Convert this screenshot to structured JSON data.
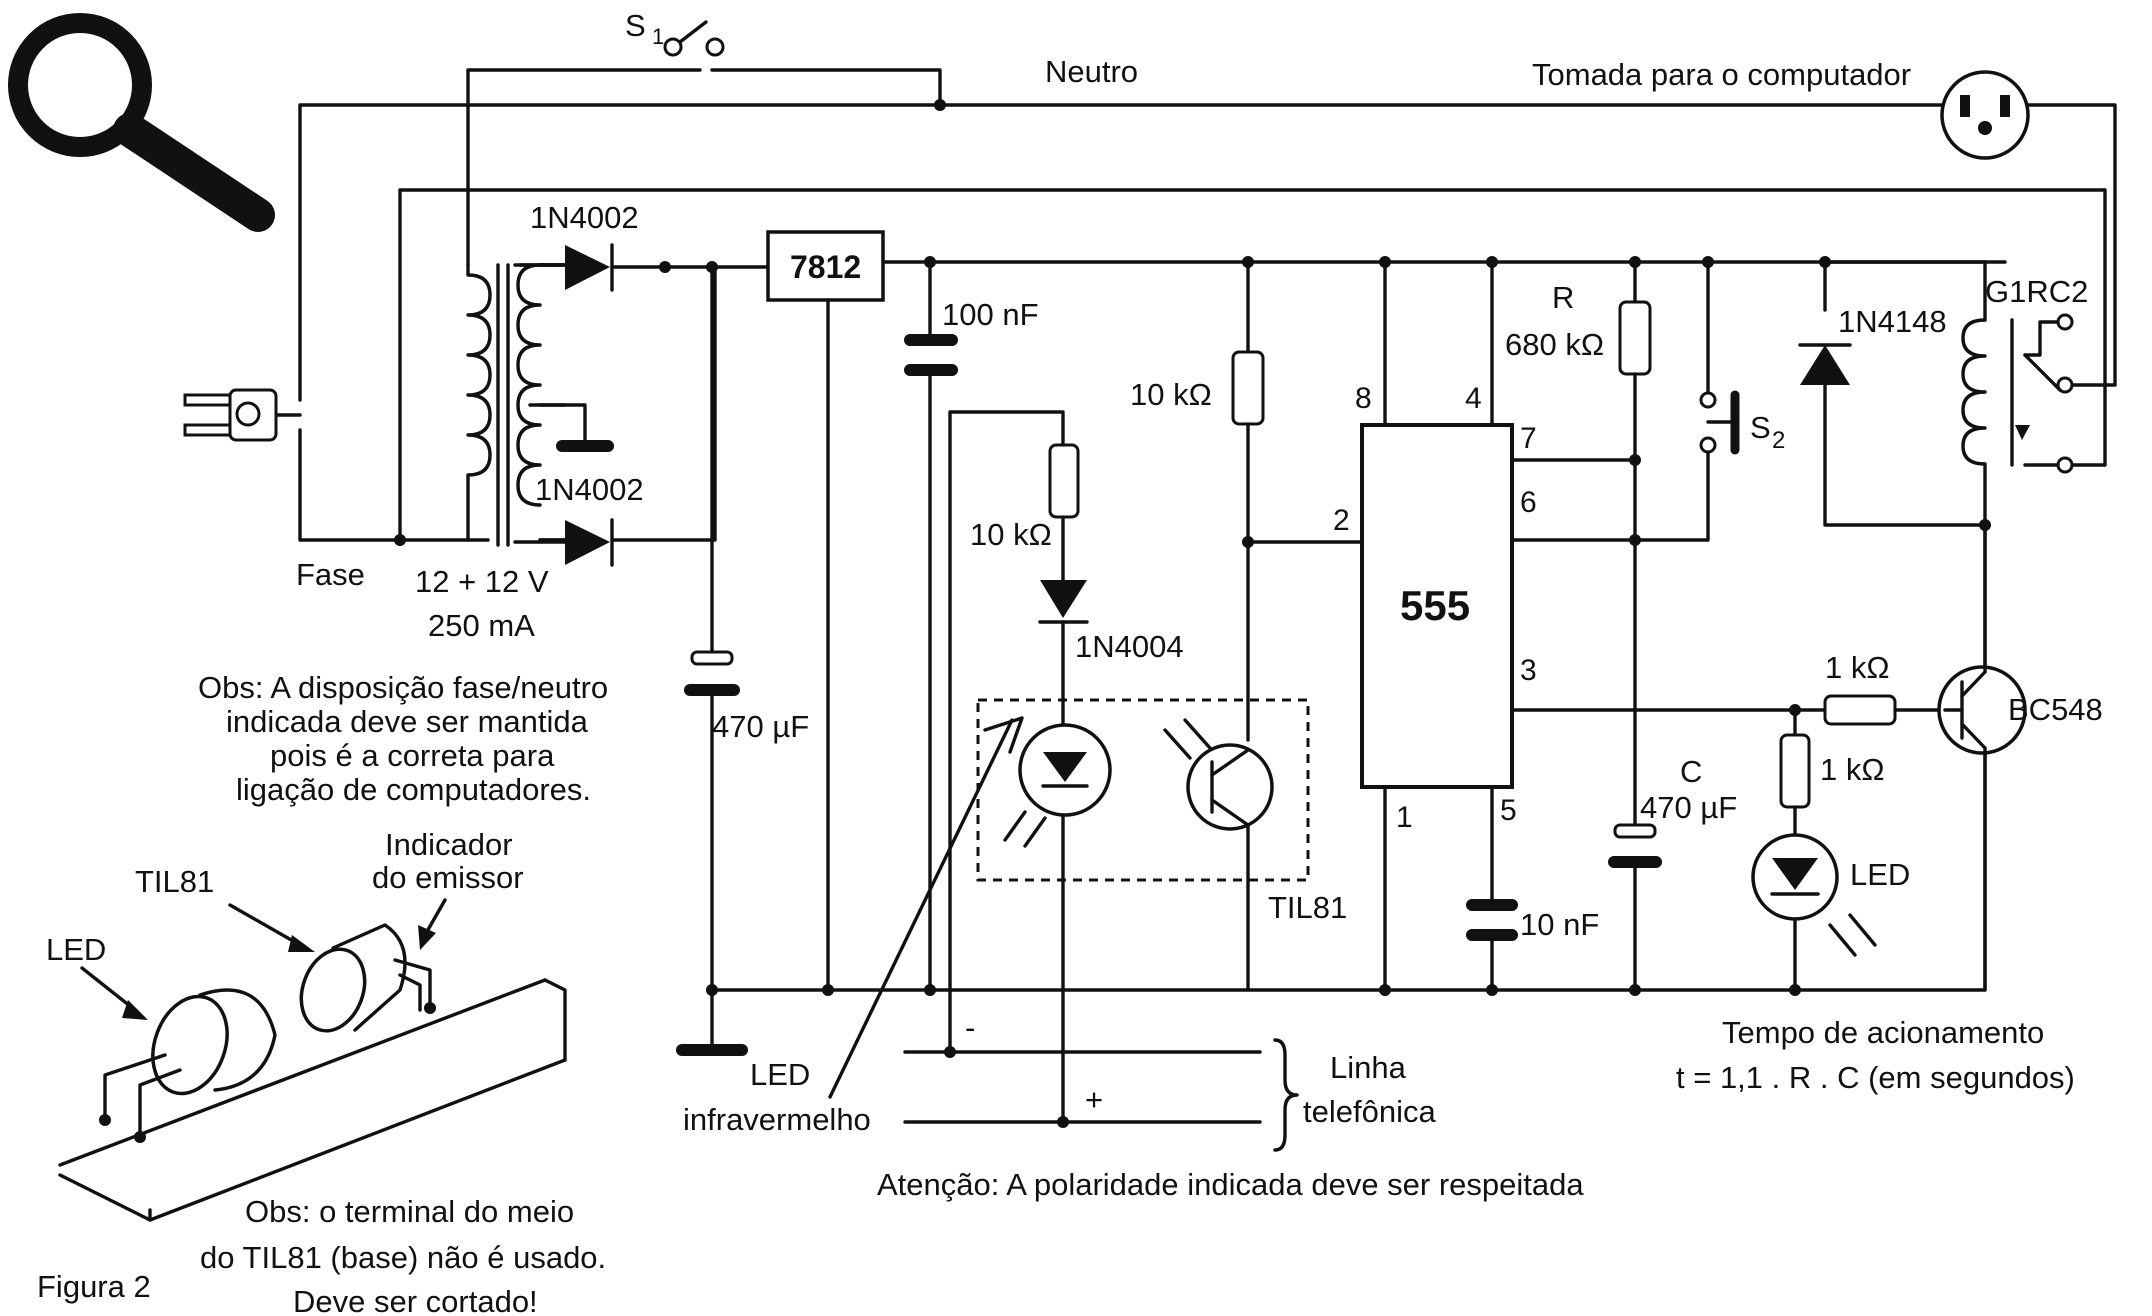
{
  "figure_label": "Figura 2",
  "switch_s1": "S",
  "switch_s1_sub": "1",
  "neutral_label": "Neutro",
  "outlet_label": "Tomada para o computador",
  "phase_label": "Fase",
  "transformer_spec": "12 + 12 V",
  "transformer_current": "250 mA",
  "diode_1": "1N4002",
  "diode_2": "1N4002",
  "regulator": "7812",
  "cap_filter": "470 µF",
  "cap_100n": "100 nF",
  "res_10k_a": "10 kΩ",
  "res_10k_b": "10 kΩ",
  "diode_1n4004": "1N4004",
  "ic_555": "555",
  "pins": {
    "p8": "8",
    "p4": "4",
    "p7": "7",
    "p6": "6",
    "p2": "2",
    "p3": "3",
    "p1": "1",
    "p5": "5"
  },
  "res_r_label": "R",
  "res_r_value": "680 kΩ",
  "switch_s2": "S",
  "switch_s2_sub": "2",
  "diode_1n4148": "1N4148",
  "relay": "G1RC2",
  "res_1k_a": "1 kΩ",
  "res_1k_b": "1 kΩ",
  "transistor": "BC548",
  "cap_c_label": "C",
  "cap_c_value": "470 µF",
  "led_label": "LED",
  "cap_10n": "10 nF",
  "til81_label": "TIL81",
  "ir_led_1": "LED",
  "ir_led_2": "infravermelho",
  "minus_sign": "-",
  "plus_sign": "+",
  "phone_line_1": "Linha",
  "phone_line_2": "telefônica",
  "note_polarity": "Atenção: A polaridade indicada deve ser respeitada",
  "timing_title": "Tempo de acionamento",
  "timing_formula": "t = 1,1 . R . C (em segundos)",
  "note_phase": [
    "Obs: A disposição fase/neutro",
    "indicada deve ser mantida",
    "pois é a correta para",
    "ligação de computadores."
  ],
  "detail_til81": "TIL81",
  "detail_led": "LED",
  "detail_emitter": [
    "Indicador",
    "do emissor"
  ],
  "note_til81": [
    "Obs: o terminal do meio",
    "do TIL81 (base) não é usado.",
    "Deve ser cortado!"
  ],
  "icon": "magnifier-icon"
}
